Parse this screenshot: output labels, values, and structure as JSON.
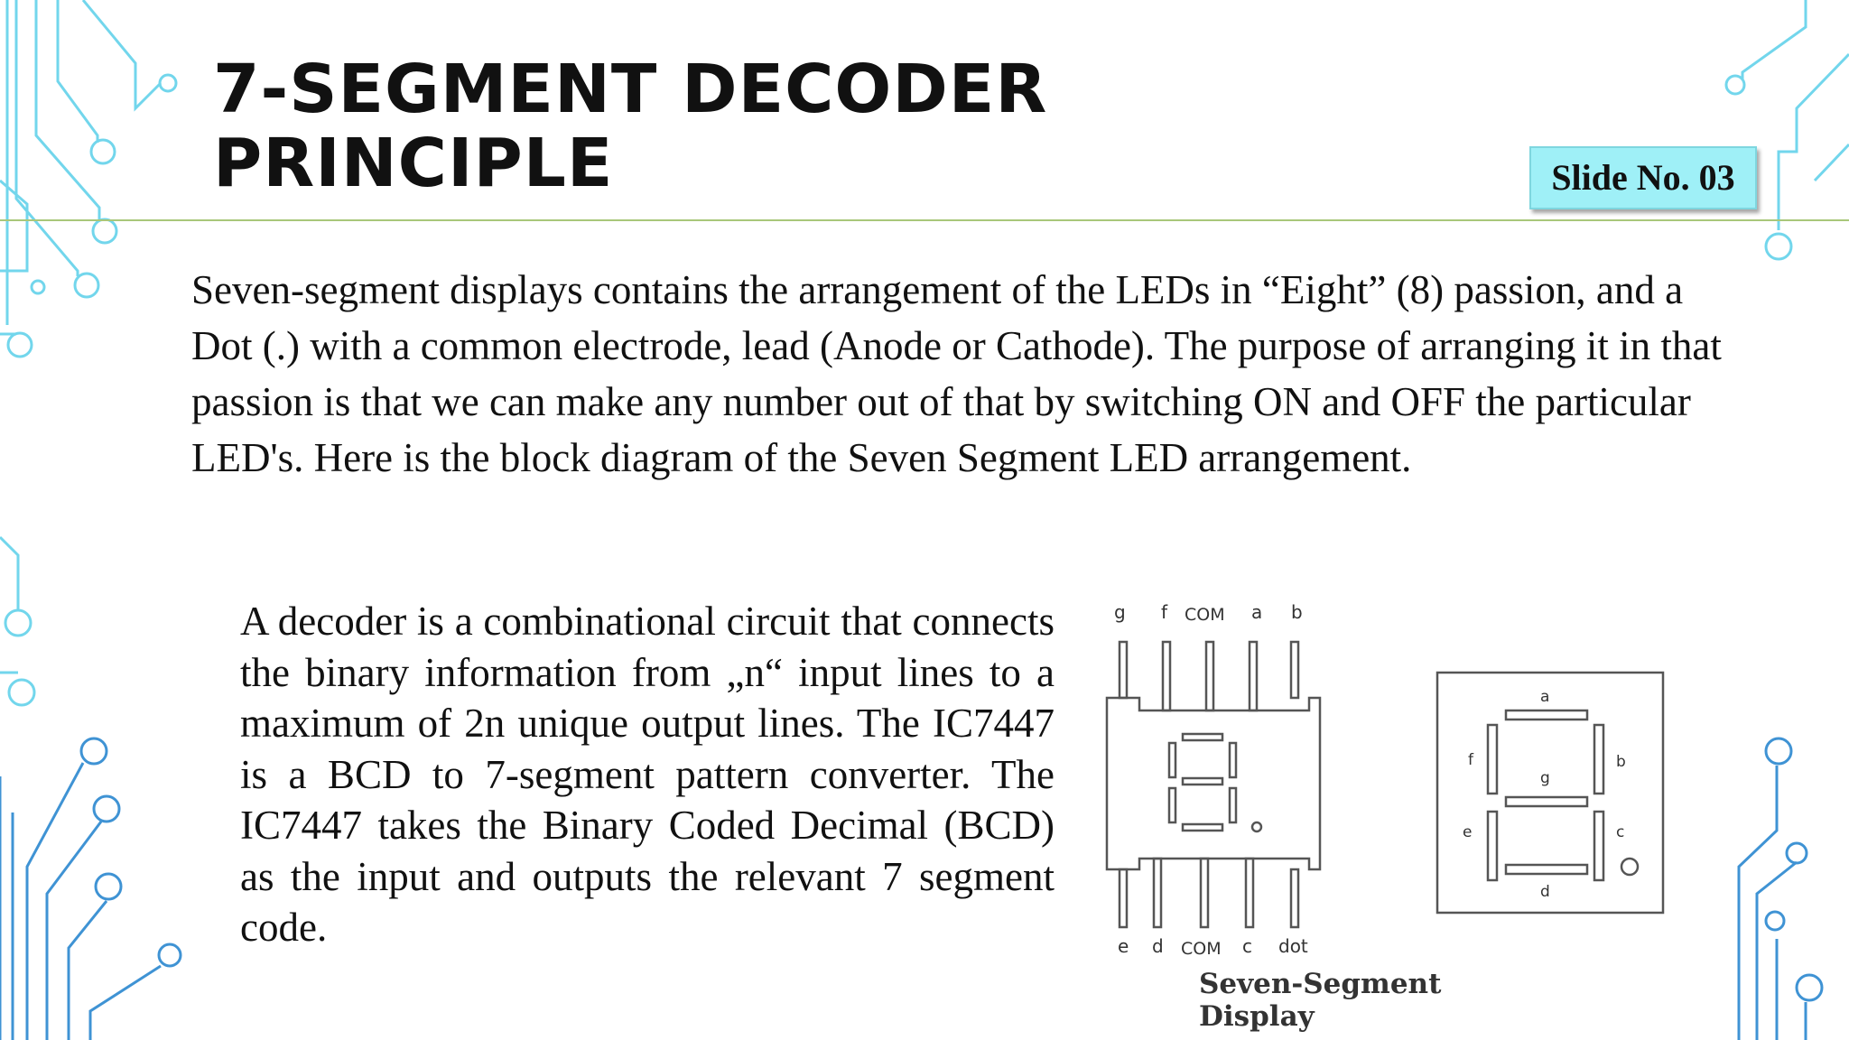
{
  "slide": {
    "title_line1": "7-SEGMENT DECODER",
    "title_line2": "PRINCIPLE",
    "badge": "Slide No. 03"
  },
  "intro_paragraph": "Seven-segment displays contains the arrangement of the LEDs in “Eight” (8) passion, and a Dot (.) with a common electrode, lead (Anode or Cathode). The purpose of arranging it in that passion is that we can make any number out of that by switching ON and OFF the particular LED's. Here is the block diagram of the Seven Segment LED arrangement.",
  "decoder_paragraph": "A decoder is a combinational circuit that connects the binary information from „n“ input lines to a maximum of 2n unique output lines. The IC7447 is a BCD to 7-segment pattern converter. The IC7447 takes the Binary Coded Decimal (BCD) as the input and outputs the relevant 7 segment code.",
  "diagram": {
    "top_pins": [
      "g",
      "f",
      "COM",
      "a",
      "b"
    ],
    "bottom_pins": [
      "e",
      "d",
      "COM",
      "c",
      "dot"
    ],
    "segments": [
      "a",
      "b",
      "c",
      "d",
      "e",
      "f",
      "g"
    ],
    "caption": "Seven-Segment Display"
  },
  "colors": {
    "badge_bg": "#9ff0f7",
    "rule": "#a9c77a",
    "circuit_light": "#6fd8ee",
    "circuit_dark": "#3d8fd0"
  }
}
